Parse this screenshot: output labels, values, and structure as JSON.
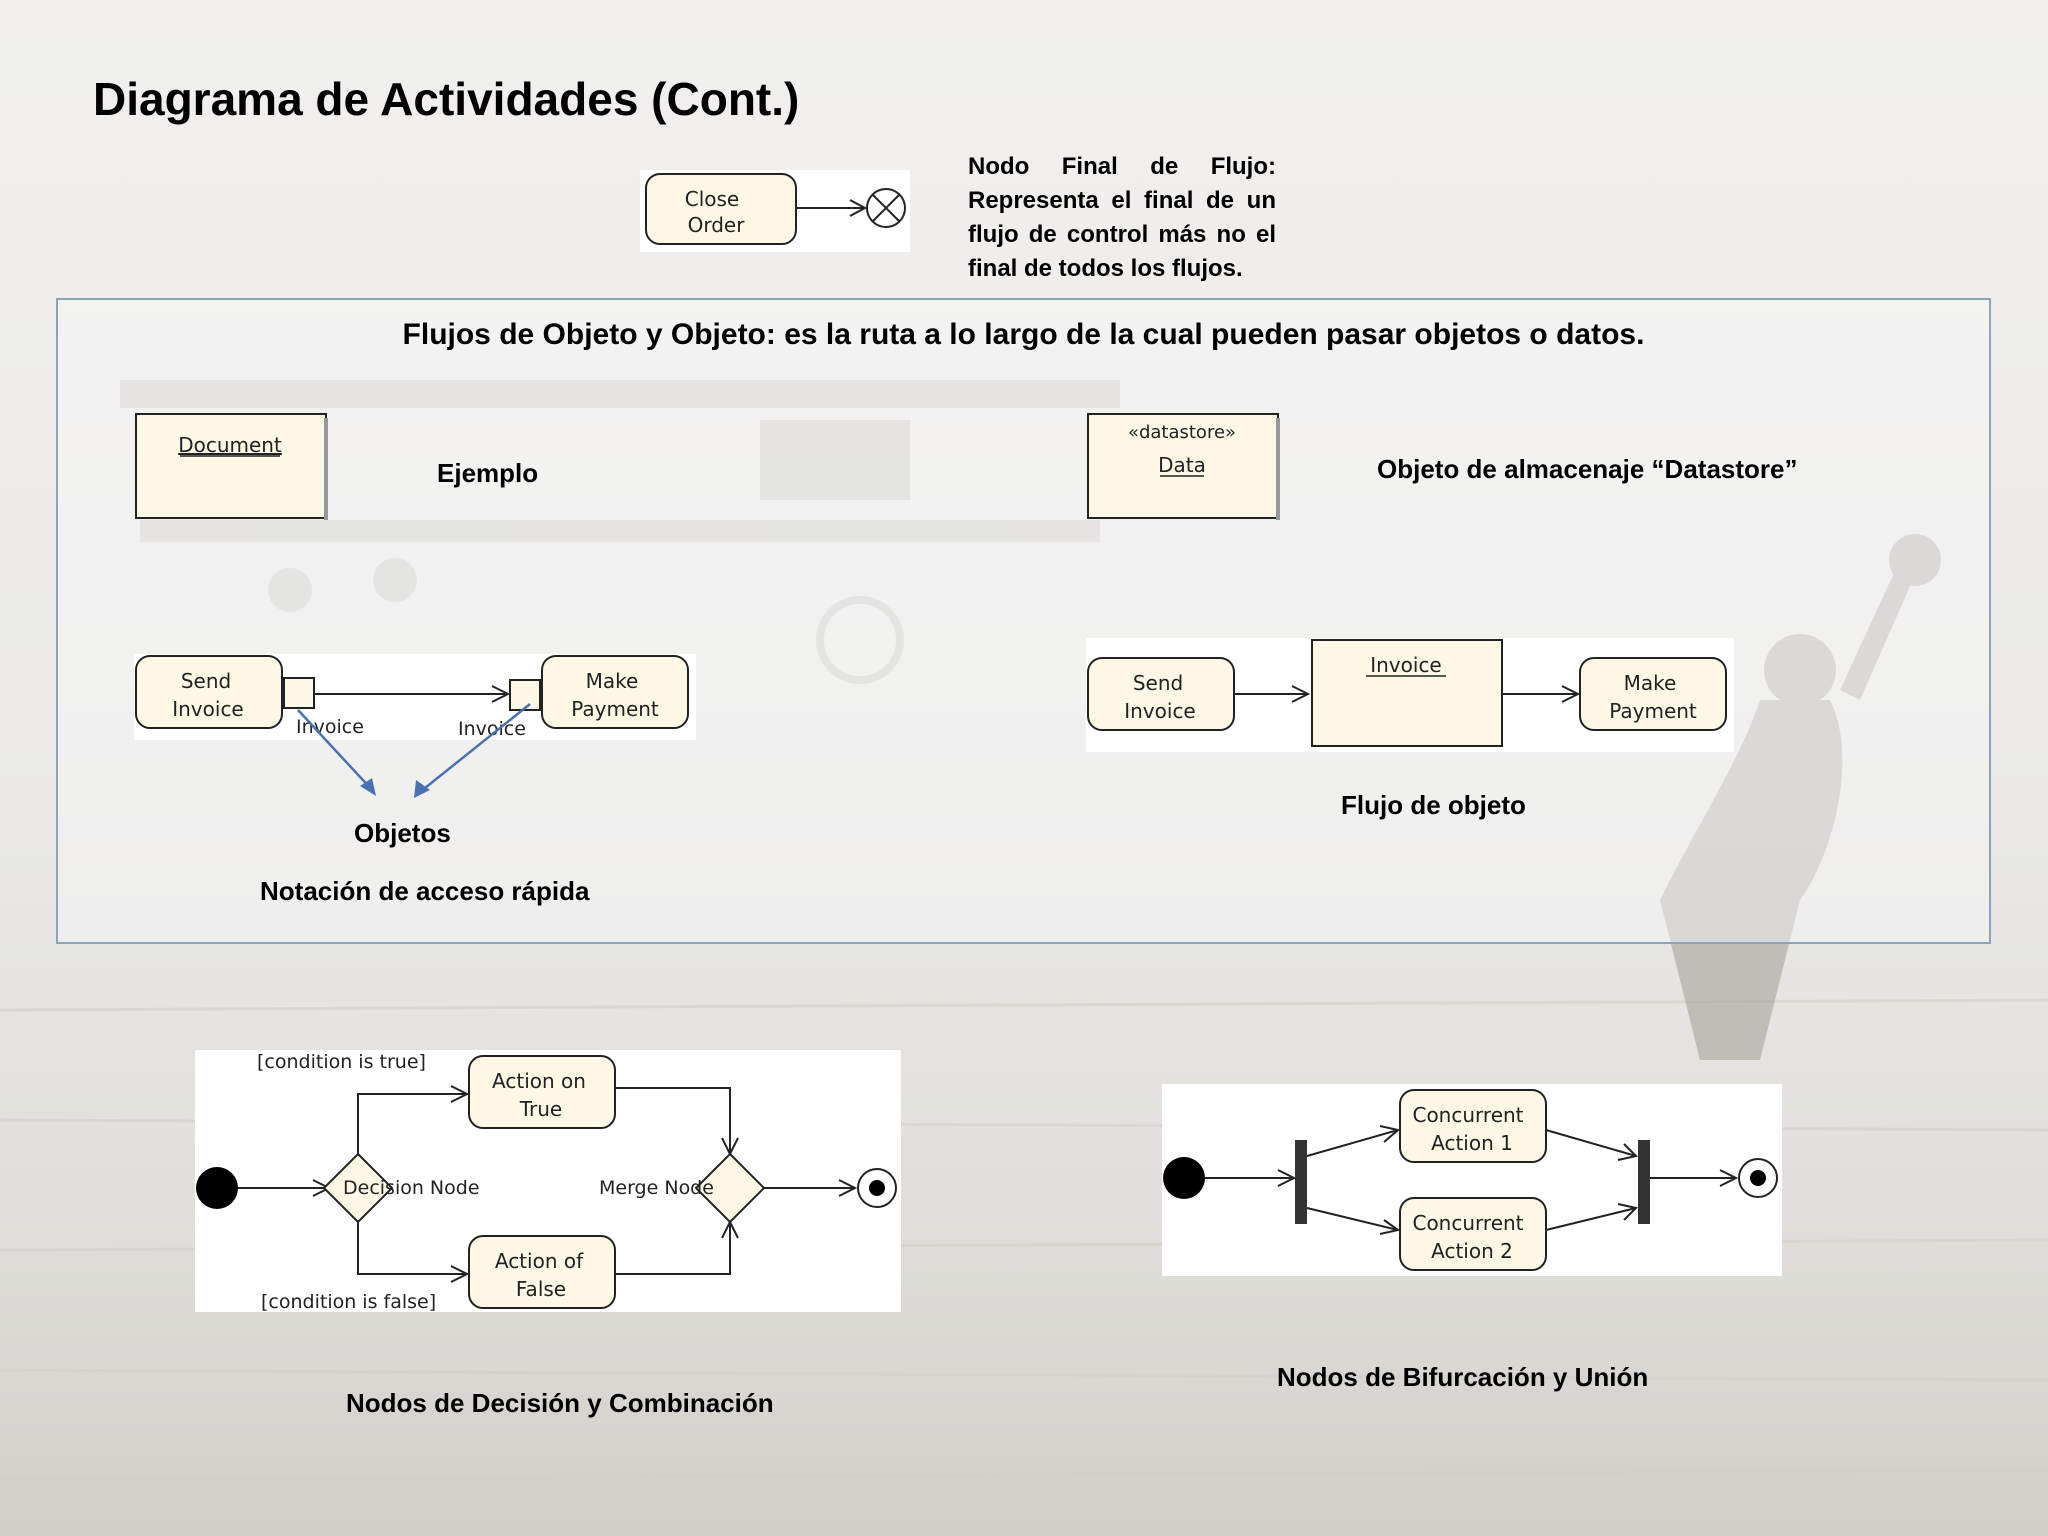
{
  "slide": {
    "title": "Diagrama de Actividades (Cont.)",
    "flow_final": {
      "action_label": [
        "Close",
        "Order"
      ],
      "description": "Nodo Final de Flujo: Representa el final de un flujo de control más no el final de todos los flujos."
    },
    "object_flows": {
      "heading": "Flujos de Objeto y Objeto: es la ruta a lo largo de la cual pueden pasar objetos o datos.",
      "document_label": "Document",
      "ejemplo": "Ejemplo",
      "datastore_stereotype": "«datastore»",
      "datastore_label": "Data",
      "datastore_caption": "Objeto de almacenaje “Datastore”",
      "pins_example": {
        "send": [
          "Send",
          "Invoice"
        ],
        "make": [
          "Make",
          "Payment"
        ],
        "pin_label": "Invoice",
        "objetos": "Objetos",
        "caption": "Notación de acceso rápida"
      },
      "object_node_example": {
        "send": [
          "Send",
          "Invoice"
        ],
        "object": "Invoice",
        "make": [
          "Make",
          "Payment"
        ],
        "caption": "Flujo de objeto"
      }
    },
    "decision_merge": {
      "cond_true": "[condition is true]",
      "cond_false": "[condition is false]",
      "action_true": [
        "Action on",
        "True"
      ],
      "action_false": [
        "Action of",
        "False"
      ],
      "decision_node": "Decision Node",
      "merge_node": "Merge Node",
      "caption": "Nodos de Decisión y Combinación"
    },
    "fork_join": {
      "action1": [
        "Concurrent",
        "Action 1"
      ],
      "action2": [
        "Concurrent",
        "Action 2"
      ],
      "caption": "Nodos de Bifurcación y Unión"
    }
  }
}
